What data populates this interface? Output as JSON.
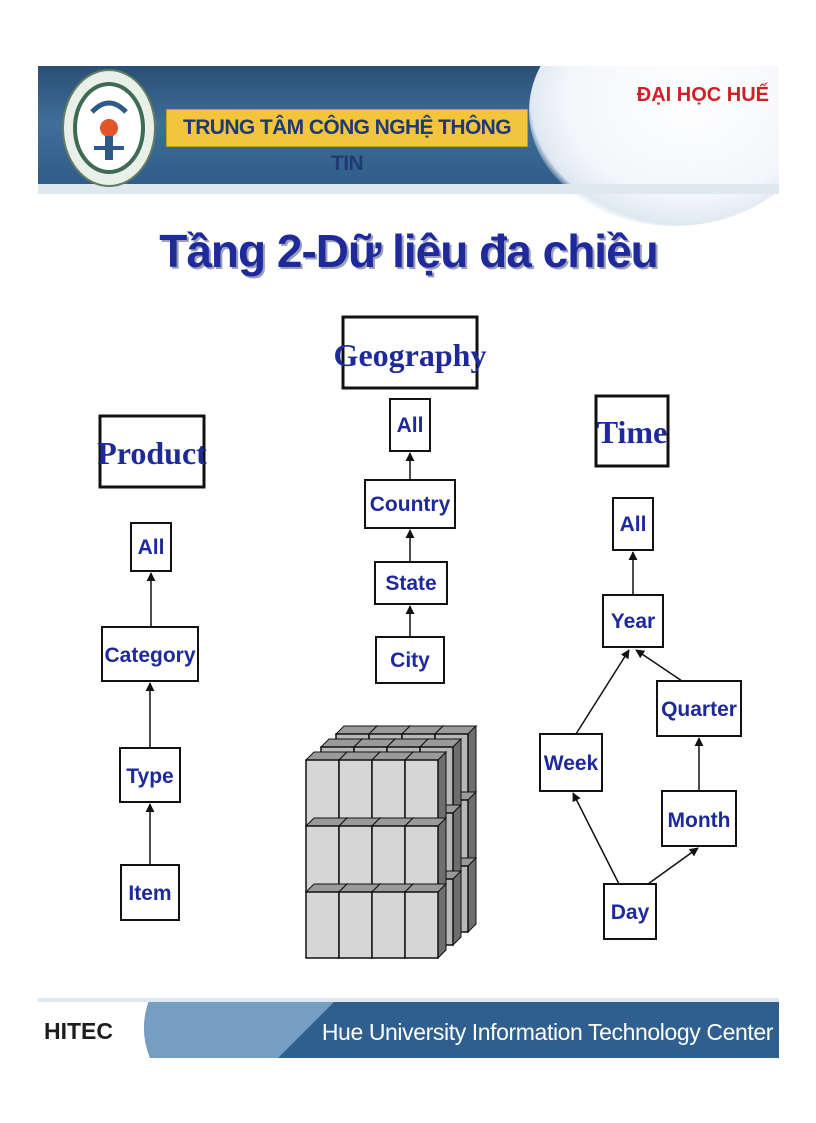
{
  "header": {
    "center_name": "TRUNG TÂM CÔNG NGHỆ THÔNG TIN",
    "university": "ĐẠI HỌC HUẾ"
  },
  "title": "Tầng 2-Dữ liệu đa chiều",
  "dimensions": {
    "product": {
      "title": "Product",
      "levels": [
        "All",
        "Category",
        "Type",
        "Item"
      ]
    },
    "geography": {
      "title": "Geography",
      "levels": [
        "All",
        "Country",
        "State",
        "City"
      ]
    },
    "time": {
      "title": "Time",
      "levels": [
        "All",
        "Year",
        "Quarter",
        "Week",
        "Month",
        "Day"
      ]
    }
  },
  "footer": {
    "brand": "HITEC",
    "caption": "Hue University Information Technology Center"
  },
  "colors": {
    "header_blue": "#2d5a86",
    "title_blue": "#1e2a9c",
    "banner_yellow": "#f3c53c",
    "university_red": "#d01f26"
  }
}
